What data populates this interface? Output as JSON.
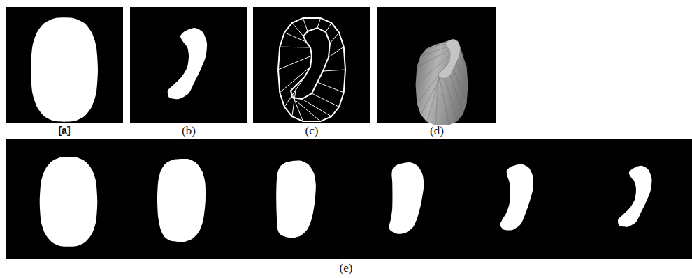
{
  "diagram": {
    "labels": [
      "[a]",
      "(b)",
      "(c)",
      "(d)",
      "(e)"
    ]
  }
}
